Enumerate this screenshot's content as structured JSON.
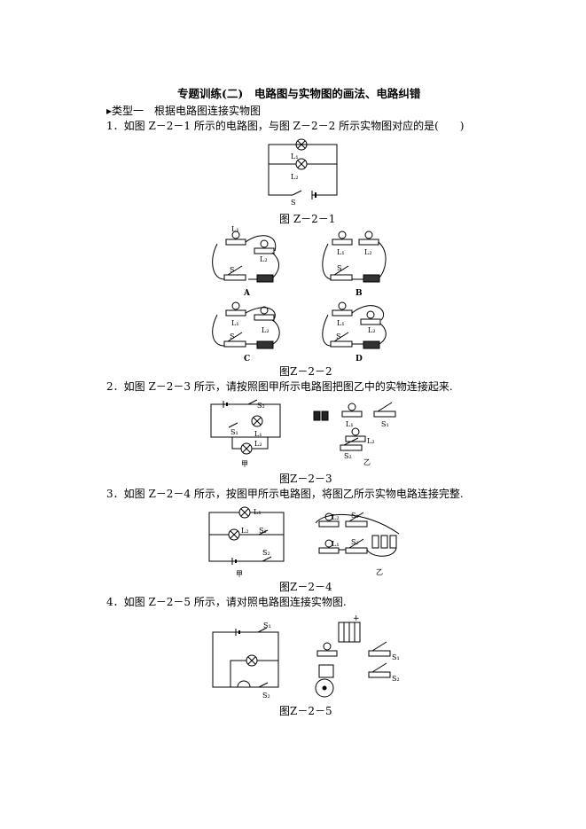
{
  "title": "专题训练(二)　电路图与实物图的画法、电路纠错",
  "section1": "▸类型一　根据电路图连接实物图",
  "questions": [
    {
      "text": "1．如图 Z－2－1 所示的电路图，与图 Z－2－2 所示实物图对应的是(　　)"
    },
    {
      "text": "2．如图 Z－2－3 所示，请按照图甲所示电路图把图乙中的实物连接起来."
    },
    {
      "text": "3．如图 Z－2－4 所示，按图甲所示电路图，将图乙所示实物电路连接完整."
    },
    {
      "text": "4．如图 Z－2－5 所示，请对照电路图连接实物图."
    }
  ],
  "captions": {
    "f1": "图 Z－2－1",
    "f2": "图Z－2－2",
    "f3": "图Z－2－3",
    "f4": "图Z－2－4",
    "f5": "图Z－2－5"
  },
  "labels": {
    "L1": "L₁",
    "L2": "L₂",
    "S": "S",
    "S1": "S₁",
    "S2": "S₂",
    "A": "A",
    "B": "B",
    "C": "C",
    "D": "D",
    "jia": "甲",
    "yi": "乙",
    "plus": "+"
  }
}
